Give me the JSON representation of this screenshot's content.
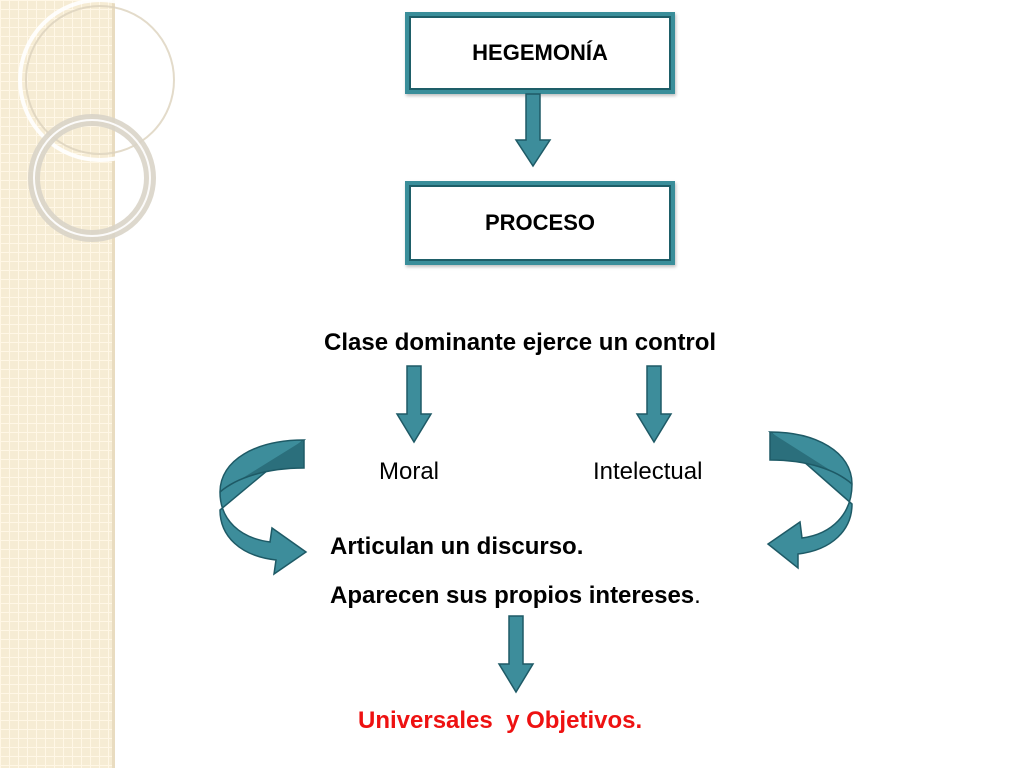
{
  "diagram": {
    "hegemonia_label": "HEGEMONÍA",
    "proceso_label": "PROCESO",
    "clase_text": "Clase dominante ejerce un control",
    "moral_text": "Moral",
    "intelectual_text": "Intelectual",
    "articulan_text": "Articulan un discurso.",
    "aparecen_text": "Aparecen sus propios intereses",
    "aparecen_period": ".",
    "universales_text": "Universales  y Objetivos."
  },
  "colors": {
    "box_border": "#3a8e9a",
    "arrow_fill": "#3d8d9b",
    "arrow_stroke": "#1e5a66",
    "conclusion_text": "#ee1111"
  }
}
